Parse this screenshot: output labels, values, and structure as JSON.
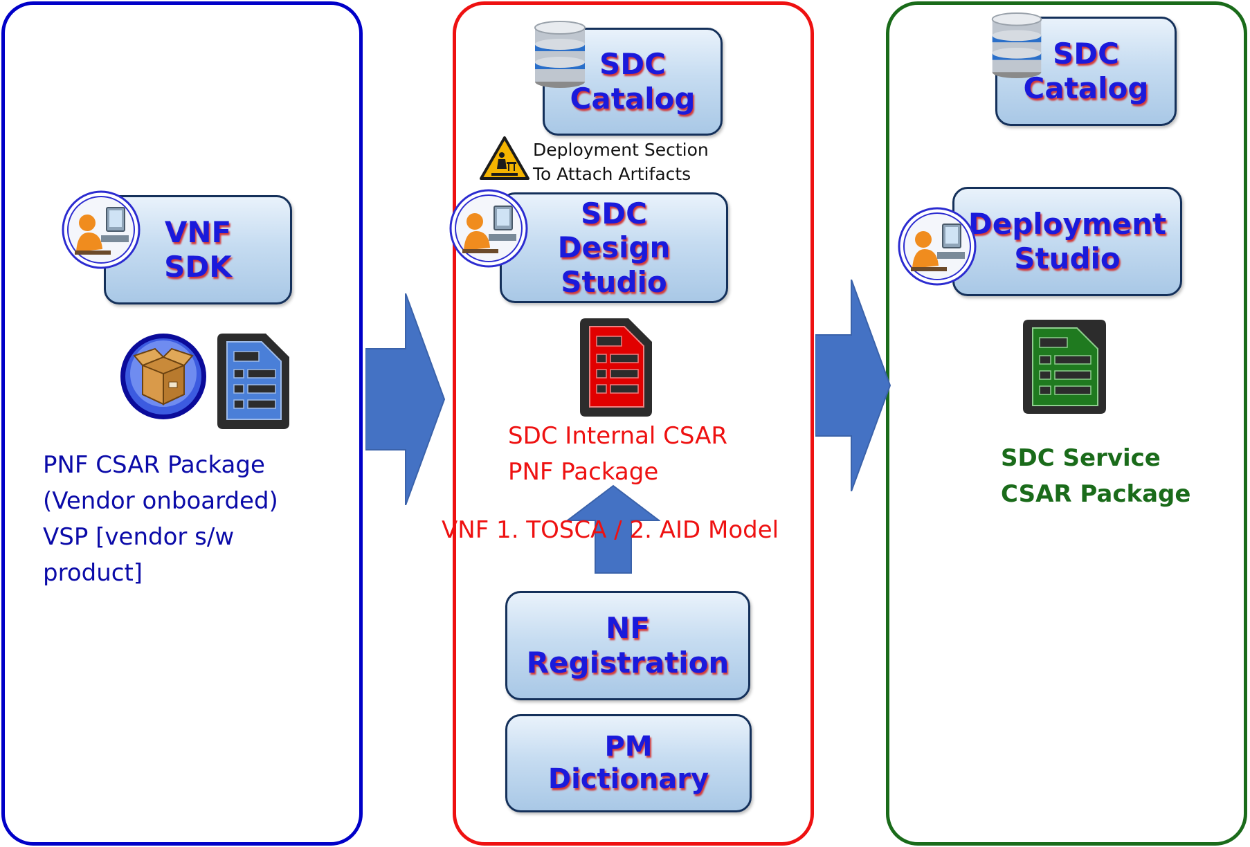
{
  "colors": {
    "left_border": "#0000c8",
    "middle_border": "#ee1111",
    "right_border": "#1a6b1a",
    "arrow_fill": "#4472c4",
    "box_text": "#1a1adb",
    "left_text": "#0a0aa8",
    "middle_text": "#ee1111",
    "right_text": "#1a6b1a"
  },
  "left": {
    "vnf_sdk": {
      "line1": "VNF",
      "line2": "SDK",
      "icon": "developer-icon"
    },
    "package_icons": [
      "package-box-icon",
      "document-blue-icon"
    ],
    "package_text": [
      "PNF CSAR Package",
      "(Vendor onboarded)",
      "VSP [vendor s/w",
      "product]"
    ]
  },
  "middle": {
    "catalog": {
      "line1": "SDC",
      "line2": "Catalog",
      "icon": "database-icon"
    },
    "deployment_note": {
      "line1": "Deployment Section",
      "line2": "To Attach Artifacts",
      "icon": "work-in-progress-icon"
    },
    "design_studio": {
      "line1": "SDC",
      "line2": "Design Studio",
      "icon": "developer-icon"
    },
    "csar_doc_icon": "document-red-icon",
    "csar_text": [
      "SDC Internal CSAR",
      "PNF Package"
    ],
    "model_text": "VNF 1. TOSCA / 2. AID Model",
    "nf_registration": {
      "line1": "NF",
      "line2": "Registration"
    },
    "pm_dictionary": {
      "line1": "PM",
      "line2": "Dictionary"
    }
  },
  "right": {
    "catalog": {
      "line1": "SDC",
      "line2": "Catalog",
      "icon": "database-icon"
    },
    "deployment_studio": {
      "line1": "Deployment",
      "line2": "Studio",
      "icon": "developer-icon"
    },
    "doc_icon": "document-green-icon",
    "service_text": [
      "SDC Service",
      "CSAR Package"
    ]
  }
}
